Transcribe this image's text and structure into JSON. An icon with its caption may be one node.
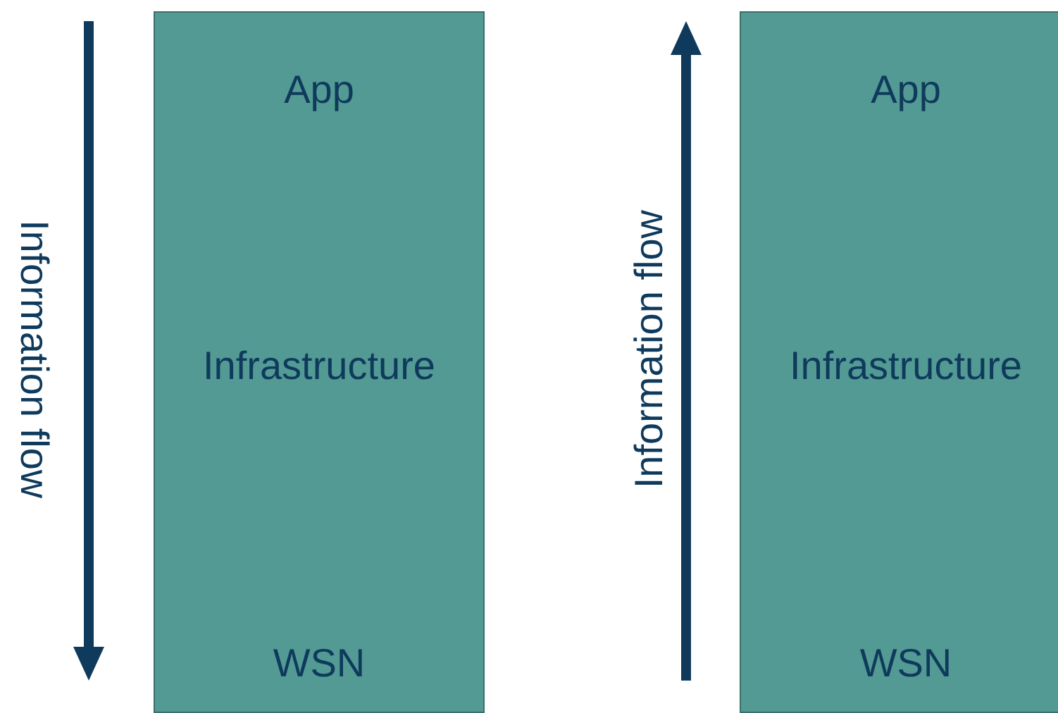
{
  "diagram": {
    "nodes": [
      {
        "text": [
          "App",
          "Infrastructure",
          "WSN"
        ]
      },
      {
        "text": [
          "App",
          "Infrastructure",
          "WSN"
        ]
      }
    ],
    "edges": [],
    "labels": [
      "Information flow",
      "Information flow"
    ]
  }
}
